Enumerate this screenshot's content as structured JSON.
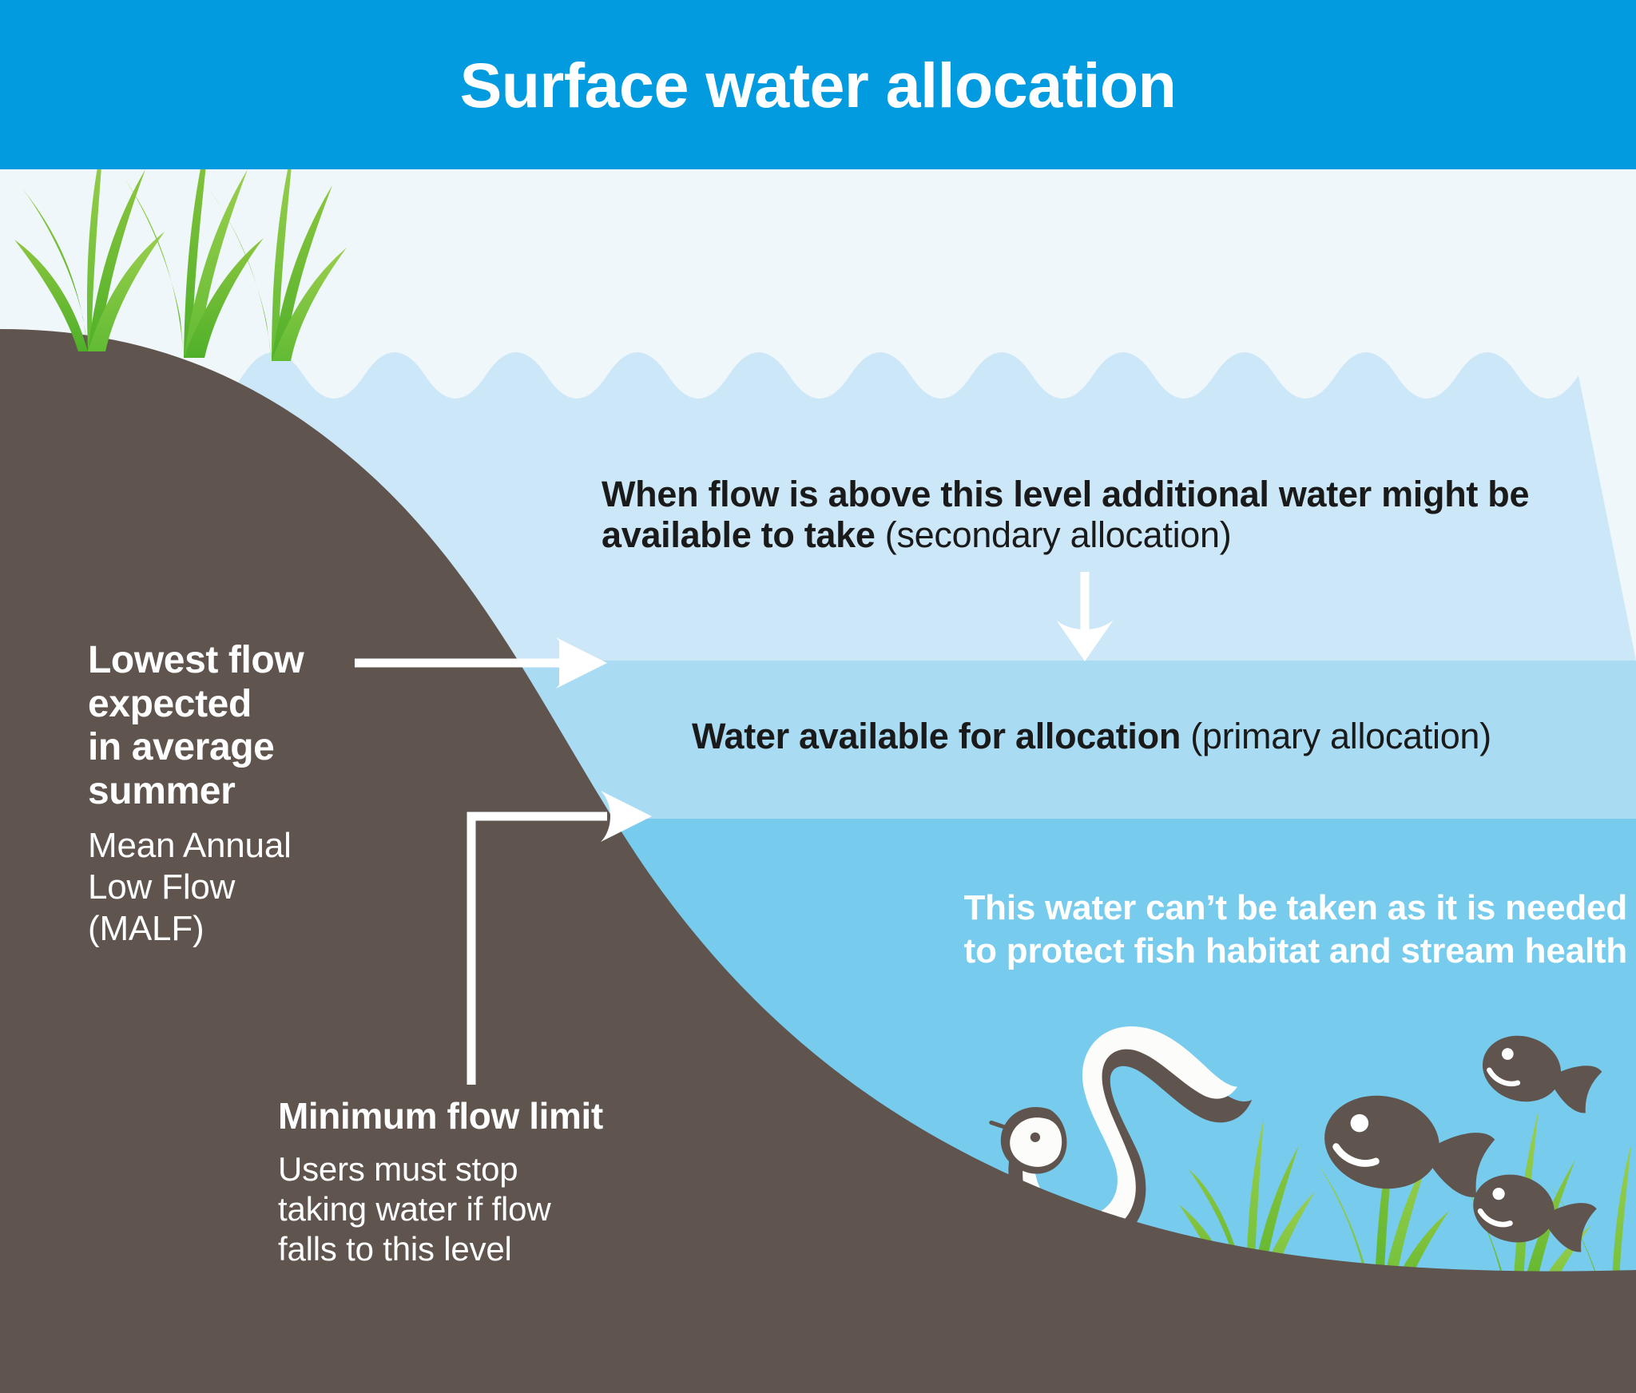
{
  "header": {
    "title": "Surface water allocation",
    "bg_color": "#039BE0",
    "text_color": "#FFFFFF"
  },
  "palette": {
    "sky": "#F0F7FA",
    "water_secondary": "#CCE7F7",
    "water_primary": "#A9DBF2",
    "water_protected": "#77CBEC",
    "bank_brown": "#5F544E",
    "grass_dark": "#4FB02A",
    "grass_light": "#8DC63F",
    "arrow_white": "#FFFFFF",
    "text_dark": "#1A1A1A"
  },
  "zones": {
    "secondary": {
      "bold_text": "When flow is above this level additional water might be available to take",
      "regular_text": " (secondary allocation)",
      "color": "#CCE7F7"
    },
    "primary": {
      "bold_text": "Water available for allocation",
      "regular_text": " (primary allocation)",
      "color": "#A9DBF2"
    },
    "protected": {
      "line1": "This water can’t be taken as it is needed",
      "line2": "to protect fish habitat and stream health",
      "color": "#77CBEC"
    }
  },
  "annotations": {
    "malf": {
      "heading_line1": "Lowest flow",
      "heading_line2": "expected",
      "heading_line3": "in average",
      "heading_line4": "summer",
      "sub_line1": "Mean Annual",
      "sub_line2": "Low Flow",
      "sub_line3": "(MALF)"
    },
    "minimum_flow": {
      "heading": "Minimum flow limit",
      "sub_line1": "Users must stop",
      "sub_line2": "taking water if flow",
      "sub_line3": "falls to this level"
    }
  },
  "fauna": {
    "eel_label": "eel",
    "fish_count": 3
  },
  "arrows": {
    "malf_arrow": "horizontal-right",
    "minflow_arrow": "elbow-up-right",
    "secondary_arrow": "down"
  }
}
